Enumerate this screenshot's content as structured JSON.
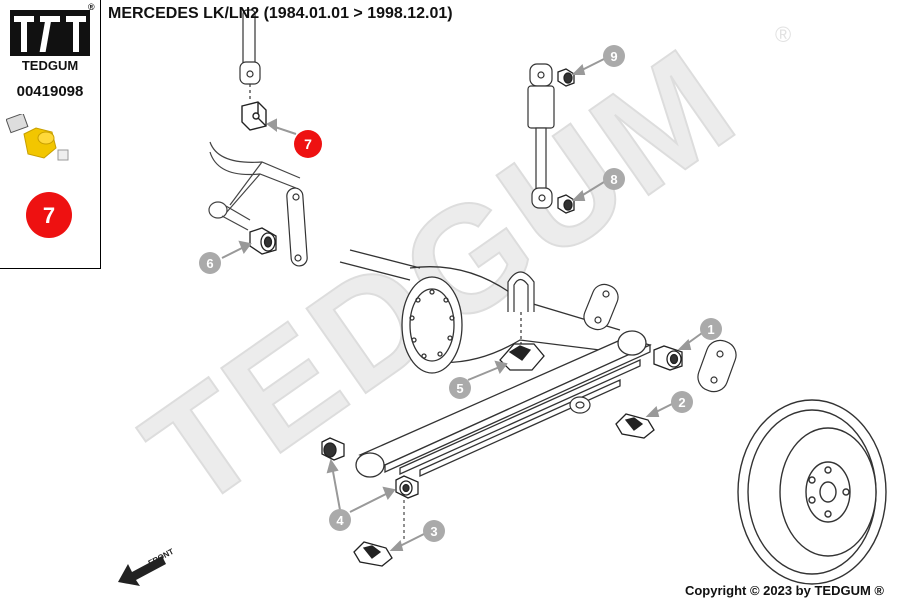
{
  "header": {
    "title": "MERCEDES LK/LN2 (1984.01.01 > 1998.12.01)"
  },
  "side_panel": {
    "brand": "TEDGUM",
    "registered_mark": "®",
    "part_number": "00419098",
    "highlight_label": "7",
    "highlight_color": "#ee1111",
    "part_color": "#f2c600"
  },
  "watermark": {
    "text": "TEDGUM",
    "mark": "®"
  },
  "callouts": {
    "c1": "1",
    "c2": "2",
    "c3": "3",
    "c4": "4",
    "c5": "5",
    "c6": "6",
    "c7": "7",
    "c8": "8",
    "c9": "9"
  },
  "front_label": "FRONT",
  "footer": {
    "copyright": "Copyright © 2023 by TEDGUM ®"
  },
  "icons": {
    "logo": "tedgum-logo-icon",
    "front": "front-arrow-icon",
    "bushing": "bushing-product-icon"
  }
}
